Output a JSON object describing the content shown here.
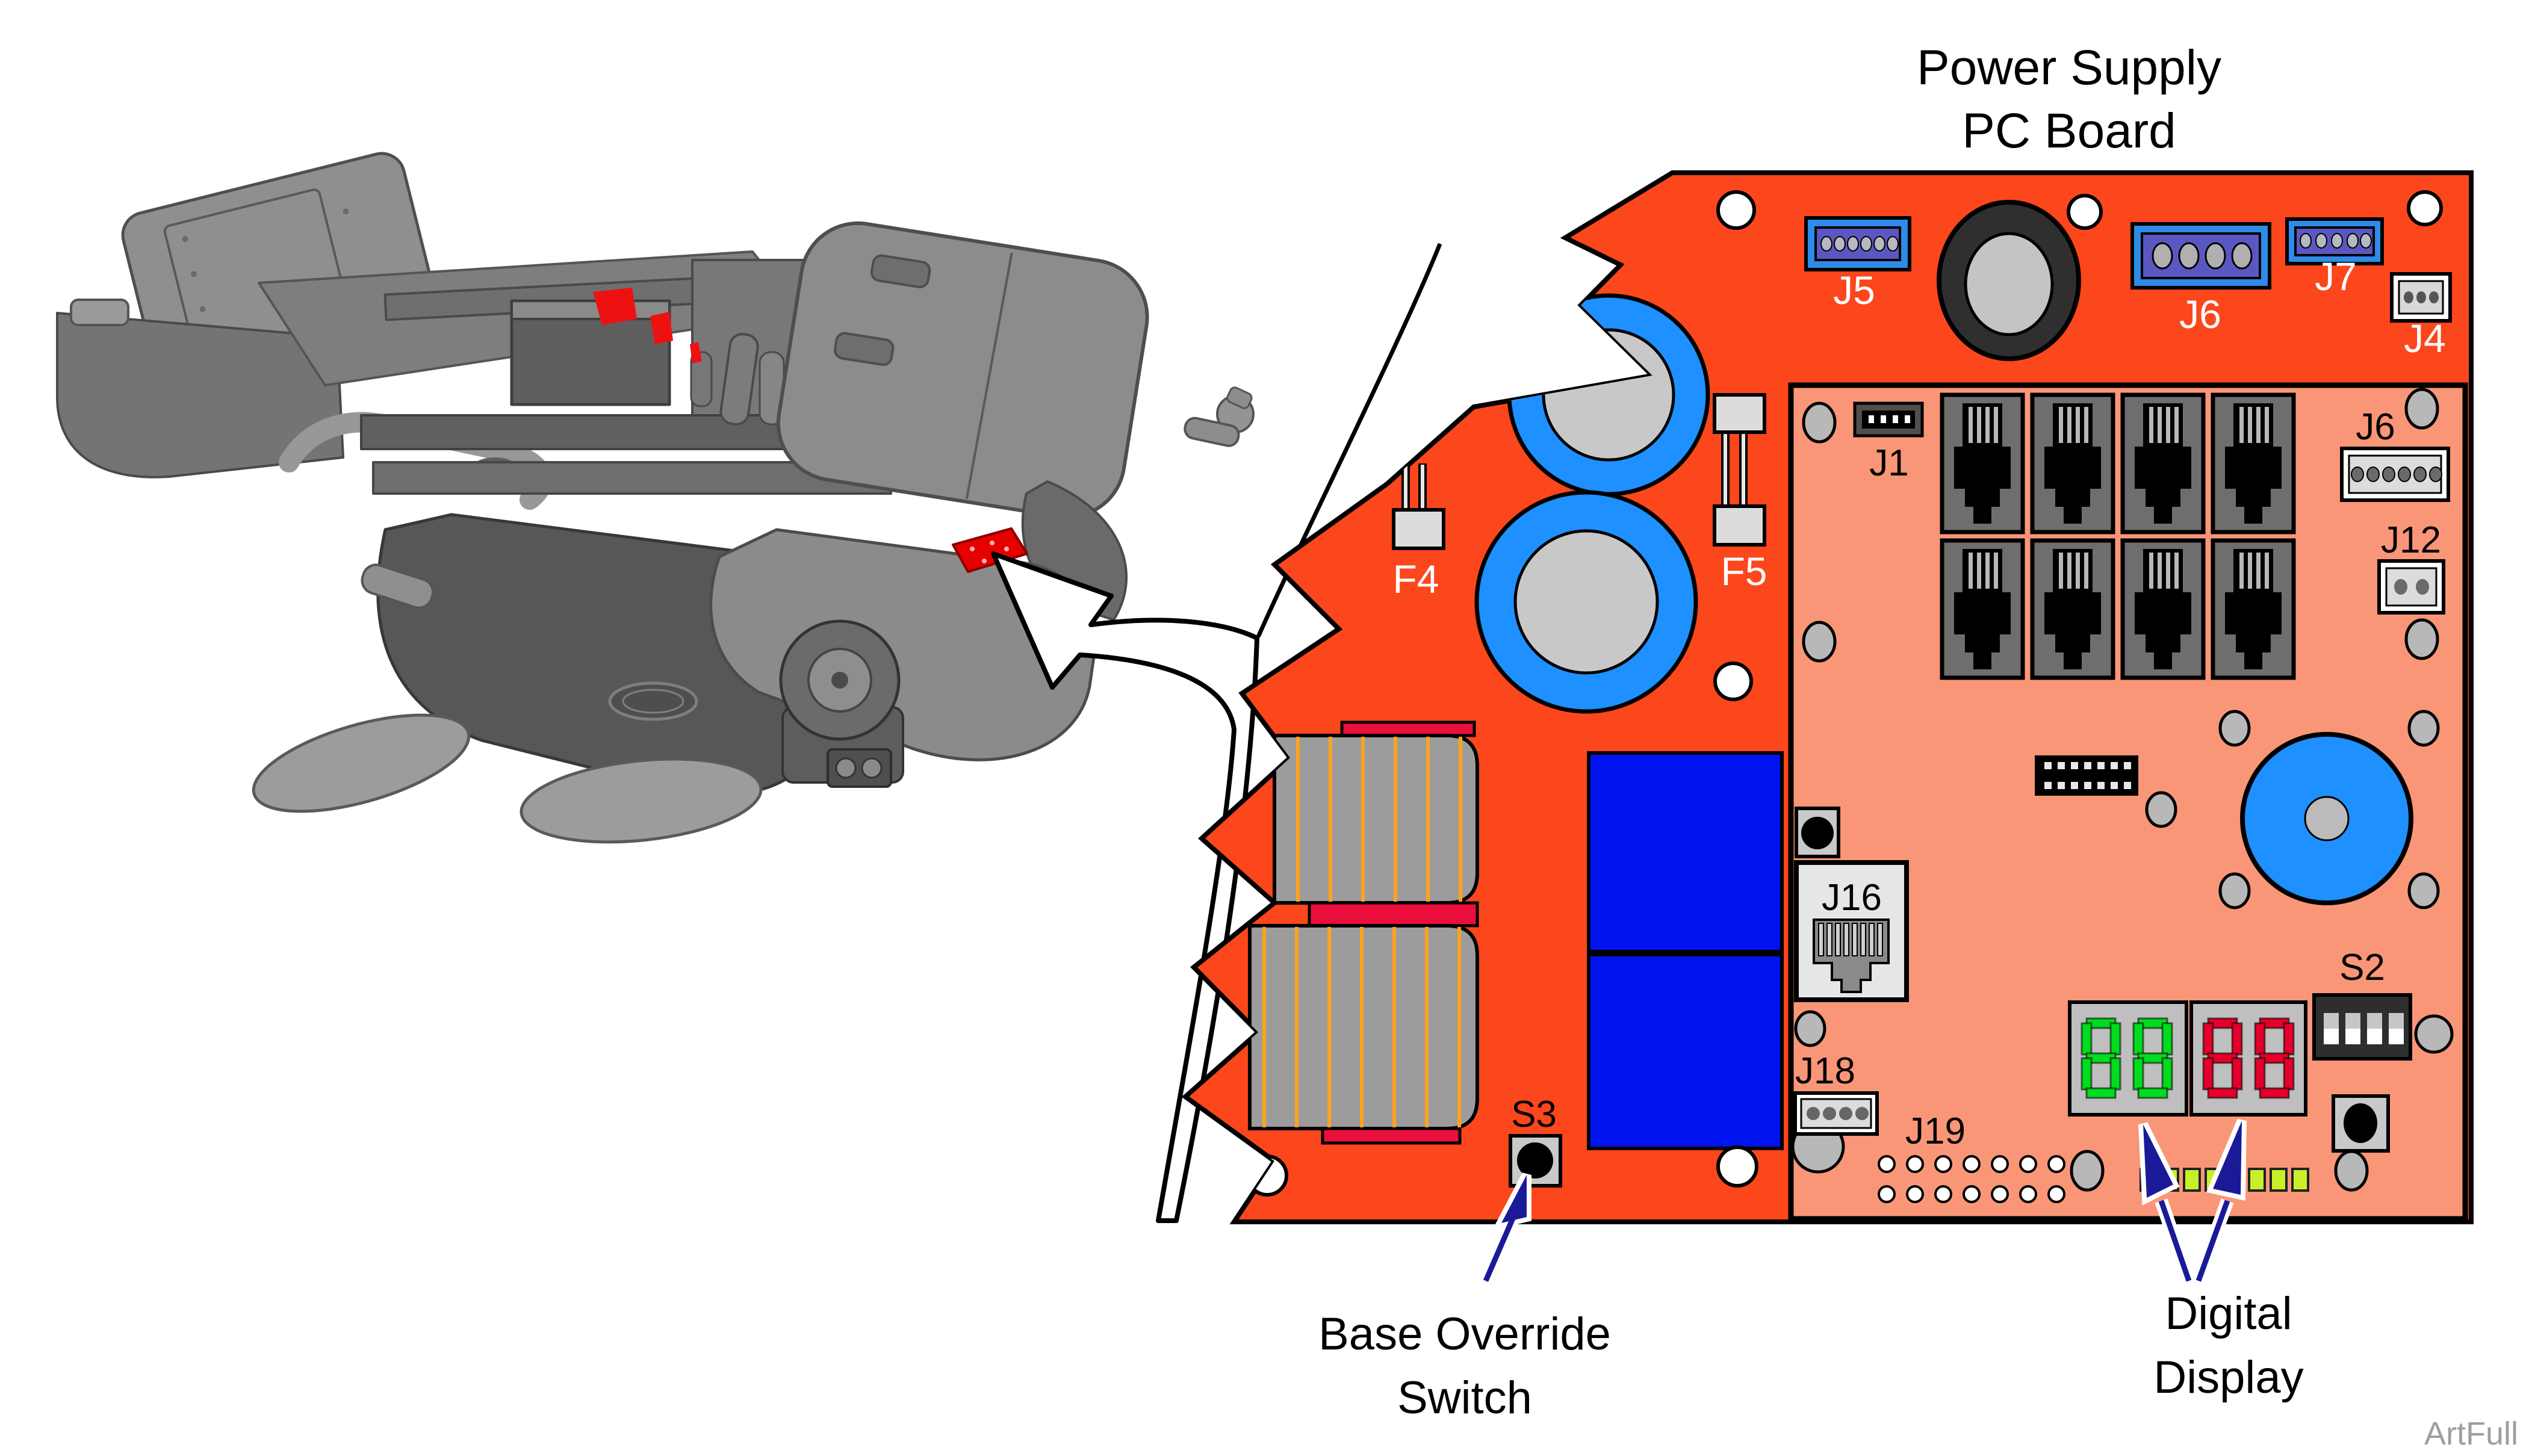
{
  "title": {
    "line1": "Power Supply",
    "line2": "PC Board"
  },
  "captions": {
    "base_override": {
      "line1": "Base Override",
      "line2": "Switch"
    },
    "digital_display": {
      "line1": "Digital",
      "line2": "Display"
    }
  },
  "watermark": "ArtFull",
  "labels": {
    "j5": "J5",
    "j6_top": "J6",
    "j7": "J7",
    "j4": "J4",
    "f4": "F4",
    "f5": "F5",
    "s3": "S3",
    "j1": "J1",
    "j6_inner": "J6",
    "j12": "J12",
    "j16": "J16",
    "j18": "J18",
    "j19": "J19",
    "s2": "S2"
  },
  "icons": {
    "callout_arrow": "curved-callout-arrow",
    "pointer_arrows": "navy-pointer-arrow"
  },
  "board": {
    "phone_jacks": {
      "rows": 2,
      "cols": 4
    },
    "j19_dots": {
      "rows": 2,
      "cols": 7
    },
    "ic_pins": {
      "rows": 2,
      "cols": 7
    },
    "dip_switch_count": 4,
    "led_count": 8,
    "display": {
      "modules": [
        {
          "value": "88",
          "color": "#00DC1E"
        },
        {
          "value": "88",
          "color": "#E4002B"
        }
      ]
    }
  },
  "colors": {
    "board_orange": "#FC461C",
    "board_salmon": "#FA9678",
    "capacitor_blue": "#1E90FF",
    "relay_blue": "#0013EE",
    "connector_azure": "#2E8BE8",
    "connector_indigo": "#5B57C2",
    "seg_green": "#00DC1E",
    "seg_red": "#E4002B",
    "led_yellow_green": "#C8F028",
    "transformer_red": "#EA0F3C",
    "transformer_orange": "#FFA31E",
    "callout_navy": "#1A1A99",
    "highlight_red": "#E60000"
  }
}
